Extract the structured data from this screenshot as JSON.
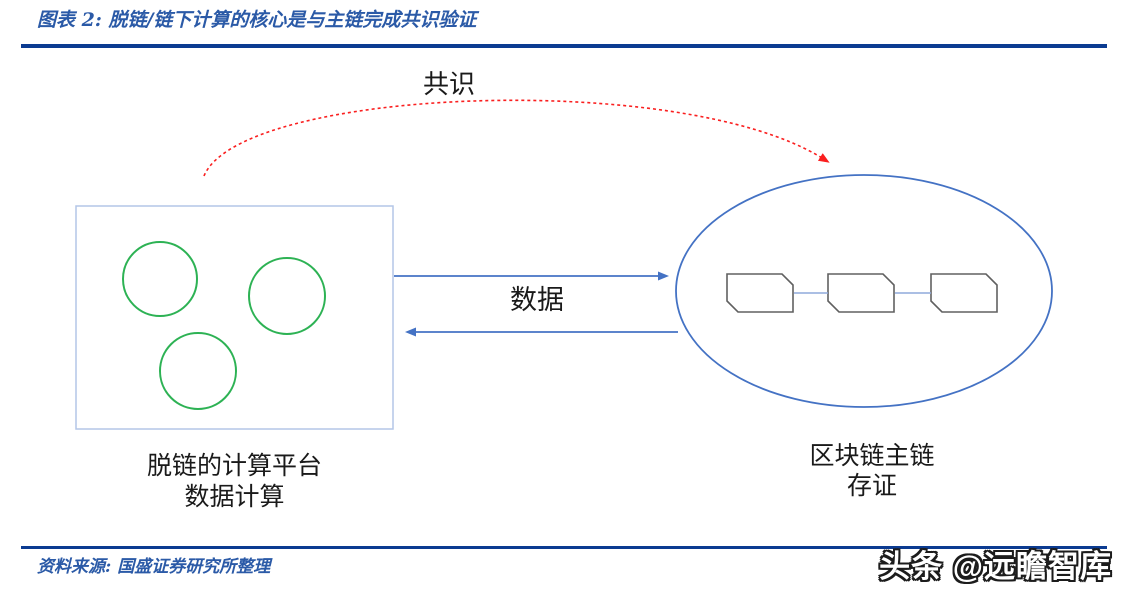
{
  "figure": {
    "title": "图表 2: 脱链/链下计算的核心是与主链完成共识验证",
    "source": "资料来源: 国盛证券研究所整理"
  },
  "diagram": {
    "consensus_label": "共识",
    "data_label": "数据",
    "offchain_platform": {
      "caption_line1": "脱链的计算平台",
      "caption_line2": "数据计算",
      "node_count": 3
    },
    "main_chain": {
      "caption_line1": "区块链主链",
      "caption_line2": "存证",
      "block_count": 3
    }
  },
  "watermark": "头条 @远瞻智库",
  "colors": {
    "navy": "#0B3B91",
    "title_blue": "#2B5AA7",
    "arrow_blue": "#4472C4",
    "connector_blue": "#8FAADC",
    "box_border": "#B4C6E7",
    "block_border": "#606060",
    "green": "#2DB254",
    "red": "#FA1F1F",
    "text": "#1A1A1A"
  }
}
